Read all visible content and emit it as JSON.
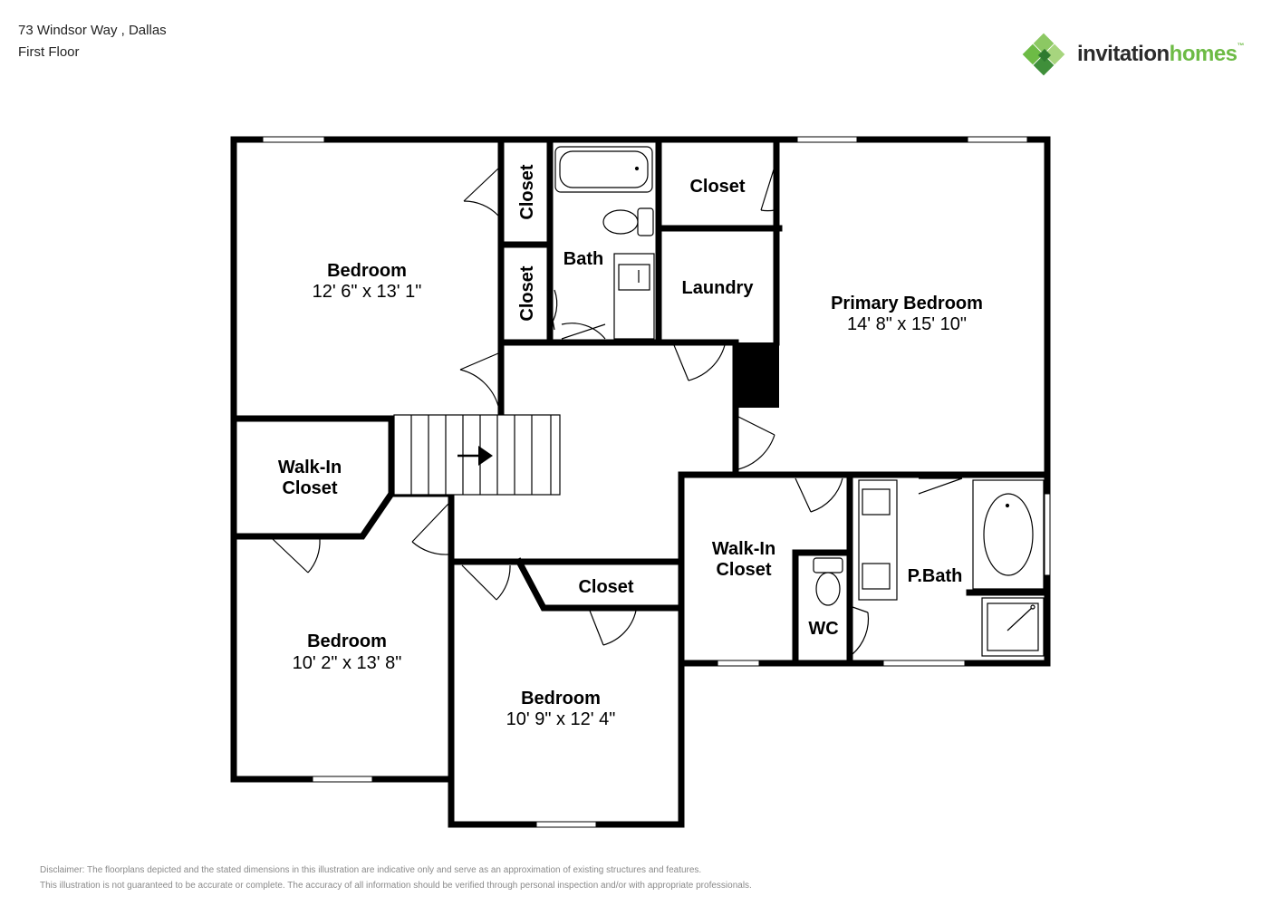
{
  "header": {
    "address": "73 Windsor Way , Dallas",
    "floor": "First Floor"
  },
  "brand": {
    "word1": "invitation",
    "word2": "homes",
    "mark": "™",
    "icon": "diamond-cluster-logo-icon",
    "colors": {
      "green": "#6dbb45",
      "dark_green": "#3f8f3a",
      "text": "#2b2b2b"
    }
  },
  "rooms": {
    "bedroom_nw": {
      "name": "Bedroom",
      "dims": "12' 6\" x 13' 1\""
    },
    "closet_a": {
      "name": "Closet"
    },
    "closet_b": {
      "name": "Closet"
    },
    "bath": {
      "name": "Bath"
    },
    "closet_c": {
      "name": "Closet"
    },
    "laundry": {
      "name": "Laundry"
    },
    "primary_bedroom": {
      "name": "Primary Bedroom",
      "dims": "14' 8\" x 15' 10\""
    },
    "walkin_west": {
      "line1": "Walk-In",
      "line2": "Closet"
    },
    "bedroom_sw": {
      "name": "Bedroom",
      "dims": "10' 2\" x 13' 8\""
    },
    "bedroom_s": {
      "name": "Bedroom",
      "dims": "10' 9\" x 12' 4\""
    },
    "closet_d": {
      "name": "Closet"
    },
    "walkin_east": {
      "line1": "Walk-In",
      "line2": "Closet"
    },
    "wc": {
      "name": "WC"
    },
    "pbath": {
      "name": "P.Bath"
    }
  },
  "disclaimer": {
    "line1": "Disclaimer: The floorplans depicted and the stated dimensions in this illustration are indicative only and serve as an approximation of existing structures and features.",
    "line2": "This illustration is not guaranteed to be accurate or complete. The accuracy of all information should be verified through personal inspection and/or with appropriate professionals."
  }
}
